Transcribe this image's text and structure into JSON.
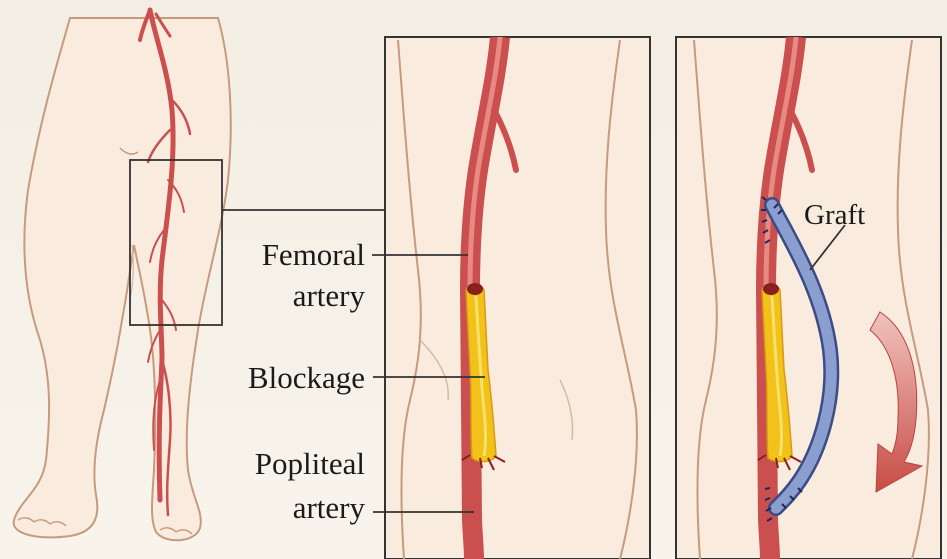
{
  "labels": {
    "femoral_line1": "Femoral",
    "femoral_line2": "artery",
    "blockage": "Blockage",
    "popliteal_line1": "Popliteal",
    "popliteal_line2": "artery",
    "graft": "Graft"
  },
  "colors": {
    "background": "#f6f1e6",
    "skin_fill": "#f9ecdf",
    "skin_outline": "#c79a7e",
    "artery": "#cc4f4f",
    "artery_highlight": "#e88a84",
    "blockage": "#f2c21a",
    "blockage_core": "#f6e26a",
    "graft": "#8a9fcf",
    "graft_outline": "#3b4c86",
    "arrow": "#c9544e"
  },
  "icons": {
    "direction_arrow": "curved-arrow-down-icon",
    "zoom_box": "magnifier-box-icon"
  }
}
